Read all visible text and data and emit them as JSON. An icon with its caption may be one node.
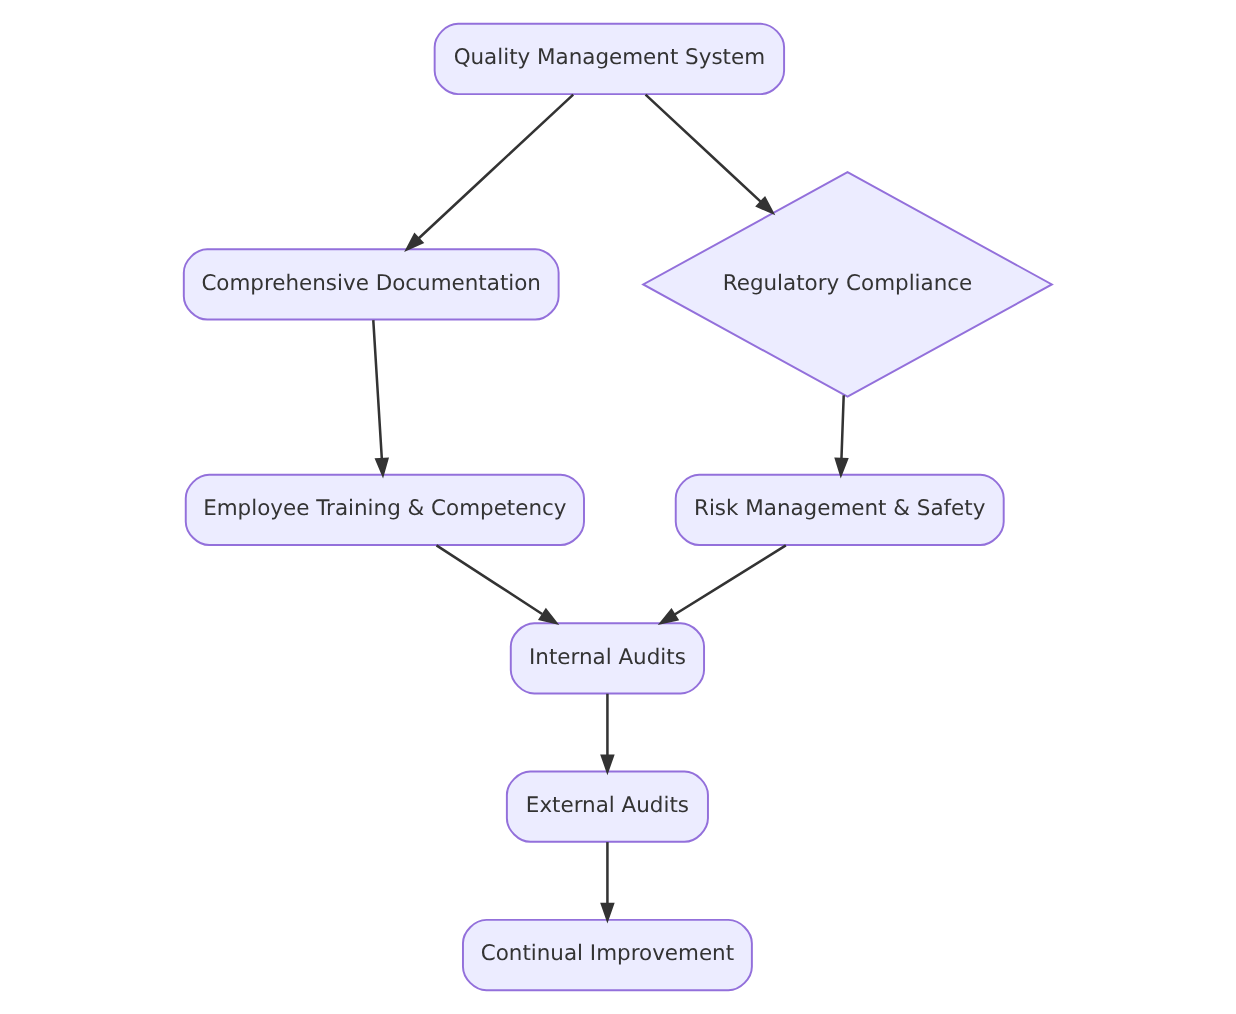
{
  "diagram": {
    "nodes": [
      {
        "text": [
          "Quality Management System"
        ]
      },
      {
        "text": [
          "Comprehensive Documentation"
        ]
      },
      {
        "text": [
          "Regulatory Compliance"
        ]
      },
      {
        "text": [
          "Employee Training & Competency"
        ]
      },
      {
        "text": [
          "Risk Management & Safety"
        ]
      },
      {
        "text": [
          "Internal Audits"
        ]
      },
      {
        "text": [
          "External Audits"
        ]
      },
      {
        "text": [
          "Continual Improvement"
        ]
      }
    ],
    "edges": [
      {
        "from": 0,
        "to": 1,
        "arrow": "to"
      },
      {
        "from": 0,
        "to": 2,
        "arrow": "to"
      },
      {
        "from": 1,
        "to": 3,
        "arrow": "to"
      },
      {
        "from": 2,
        "to": 4,
        "arrow": "to"
      },
      {
        "from": 3,
        "to": 5,
        "arrow": "to"
      },
      {
        "from": 4,
        "to": 5,
        "arrow": "to"
      },
      {
        "from": 5,
        "to": 6,
        "arrow": "to"
      },
      {
        "from": 6,
        "to": 7,
        "arrow": "to"
      }
    ]
  }
}
